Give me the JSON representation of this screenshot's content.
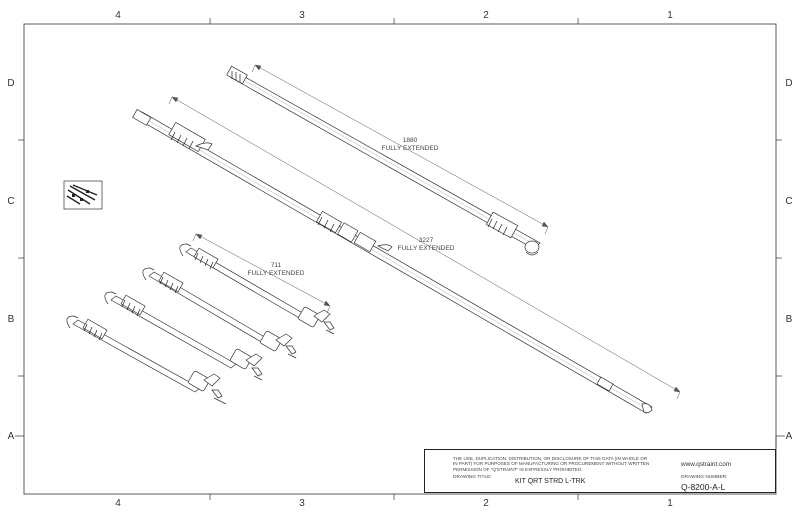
{
  "zones": {
    "cols_top": [
      "4",
      "3",
      "2",
      "1"
    ],
    "cols_bottom": [
      "4",
      "3",
      "2",
      "1"
    ],
    "rows_left": [
      "D",
      "C",
      "B",
      "A"
    ],
    "rows_right": [
      "D",
      "C",
      "B",
      "A"
    ]
  },
  "dimensions": {
    "short_strap": {
      "value": "1880",
      "note": "FULLY EXTENDED"
    },
    "long_strap": {
      "value": "3227",
      "note": "FULLY EXTENDED"
    },
    "retractor": {
      "value": "711",
      "note": "FULLY EXTENDED"
    }
  },
  "title_block": {
    "notice": "THE USE, DUPLICATION, DISTRIBUTION, OR DISCLOSURE OF THIS DATA (IN WHOLE OR IN PART) FOR PURPOSES OF MANUFACTURING OR PROCUREMENT WITHOUT WRITTEN PERMISSION OF \"Q'STRAINT\" IS EXPRESSLY PROHIBITED.",
    "title_label": "DRAWING TITLE:",
    "title": "KIT QRT STRD L-TRK",
    "website": "www.qstraint.com",
    "number_label": "DRAWING NUMBER:",
    "number": "Q-8200-A-L"
  },
  "icons": {
    "thumbnail": "kit-thumbnail-icon"
  }
}
